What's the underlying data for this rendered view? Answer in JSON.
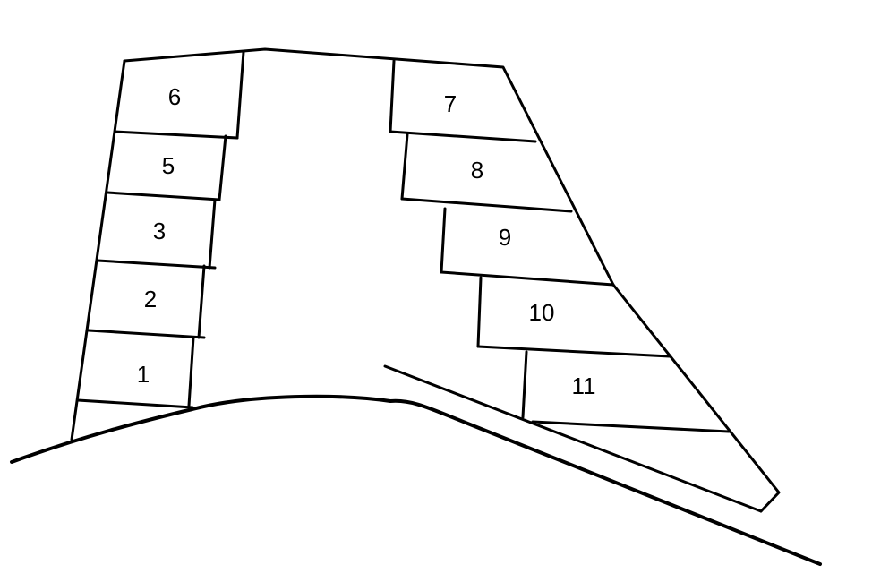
{
  "lots": [
    {
      "id": "lot-6",
      "label": "6"
    },
    {
      "id": "lot-5",
      "label": "5"
    },
    {
      "id": "lot-3",
      "label": "3"
    },
    {
      "id": "lot-2",
      "label": "2"
    },
    {
      "id": "lot-1",
      "label": "1"
    },
    {
      "id": "lot-7",
      "label": "7"
    },
    {
      "id": "lot-8",
      "label": "8"
    },
    {
      "id": "lot-9",
      "label": "9"
    },
    {
      "id": "lot-10",
      "label": "10"
    },
    {
      "id": "lot-11",
      "label": "11"
    }
  ],
  "colors": {
    "line": "#000000",
    "background": "#ffffff"
  }
}
